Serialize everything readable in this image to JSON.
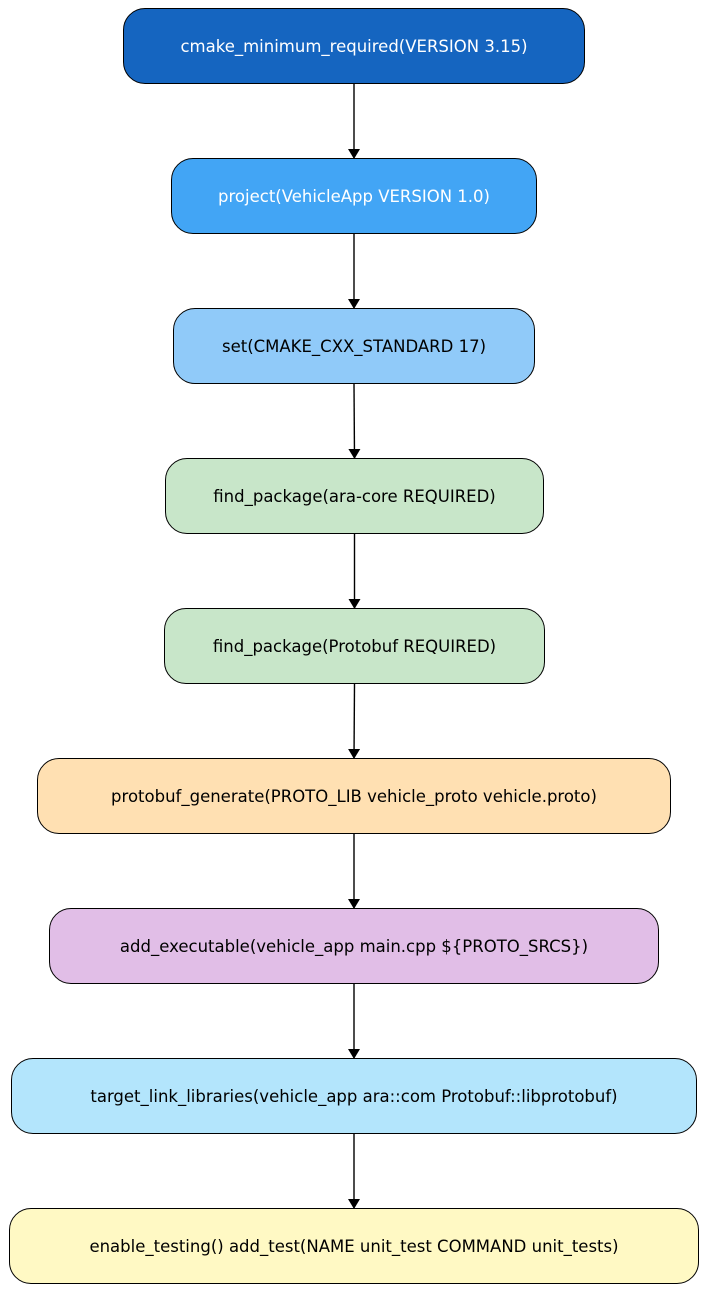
{
  "diagram": {
    "nodes": [
      {
        "id": "n1",
        "label": "cmake_minimum_required(VERSION 3.15)",
        "fill": "#1565C0",
        "text_color": "#FFFFFF"
      },
      {
        "id": "n2",
        "label": "project(VehicleApp VERSION 1.0)",
        "fill": "#42A5F5",
        "text_color": "#FFFFFF"
      },
      {
        "id": "n3",
        "label": "set(CMAKE_CXX_STANDARD 17)",
        "fill": "#90CAF9",
        "text_color": "#000000"
      },
      {
        "id": "n4",
        "label": "find_package(ara-core REQUIRED)",
        "fill": "#C8E6C9",
        "text_color": "#000000"
      },
      {
        "id": "n5",
        "label": "find_package(Protobuf REQUIRED)",
        "fill": "#C8E6C9",
        "text_color": "#000000"
      },
      {
        "id": "n6",
        "label": "protobuf_generate(PROTO_LIB vehicle_proto vehicle.proto)",
        "fill": "#FFE0B2",
        "text_color": "#000000"
      },
      {
        "id": "n7",
        "label": "add_executable(vehicle_app main.cpp ${PROTO_SRCS})",
        "fill": "#E1BEE7",
        "text_color": "#000000"
      },
      {
        "id": "n8",
        "label": "target_link_libraries(vehicle_app ara::com Protobuf::libprotobuf)",
        "fill": "#B3E5FC",
        "text_color": "#000000"
      },
      {
        "id": "n9",
        "label": "enable_testing() add_test(NAME unit_test COMMAND unit_tests)",
        "fill": "#FFF9C4",
        "text_color": "#000000"
      }
    ],
    "edges": [
      {
        "from": "n1",
        "to": "n2"
      },
      {
        "from": "n2",
        "to": "n3"
      },
      {
        "from": "n3",
        "to": "n4"
      },
      {
        "from": "n4",
        "to": "n5"
      },
      {
        "from": "n5",
        "to": "n6"
      },
      {
        "from": "n6",
        "to": "n7"
      },
      {
        "from": "n7",
        "to": "n8"
      },
      {
        "from": "n8",
        "to": "n9"
      }
    ]
  }
}
